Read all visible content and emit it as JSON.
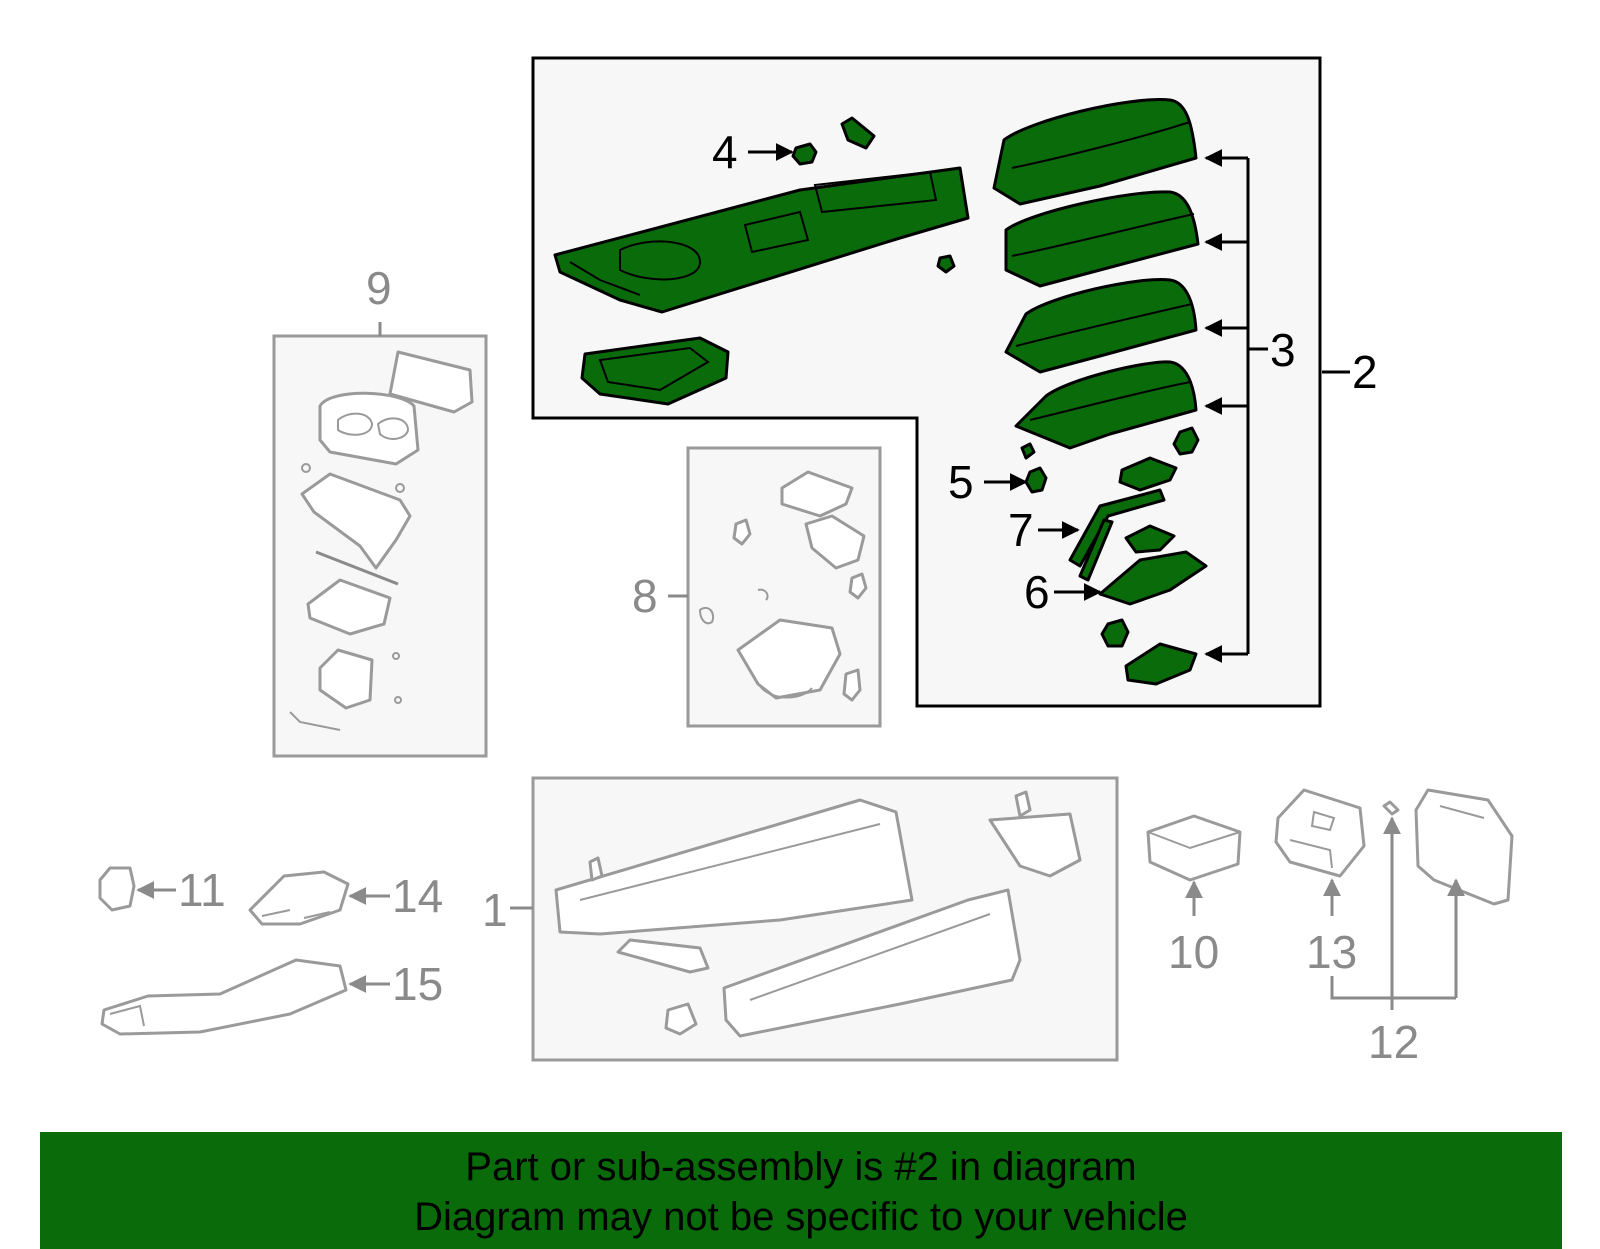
{
  "callouts": {
    "c1": "1",
    "c2": "2",
    "c3": "3",
    "c4": "4",
    "c5": "5",
    "c6": "6",
    "c7": "7",
    "c8": "8",
    "c9": "9",
    "c10": "10",
    "c11": "11",
    "c12": "12",
    "c13": "13",
    "c14": "14",
    "c15": "15"
  },
  "footer": {
    "line1": "Part or sub-assembly is #2 in diagram",
    "line2": "Diagram may not be specific to your vehicle"
  },
  "colors": {
    "highlight_green": "#0a6b0a",
    "outline_black": "#000000",
    "dim_gray": "#8a8a8a"
  }
}
